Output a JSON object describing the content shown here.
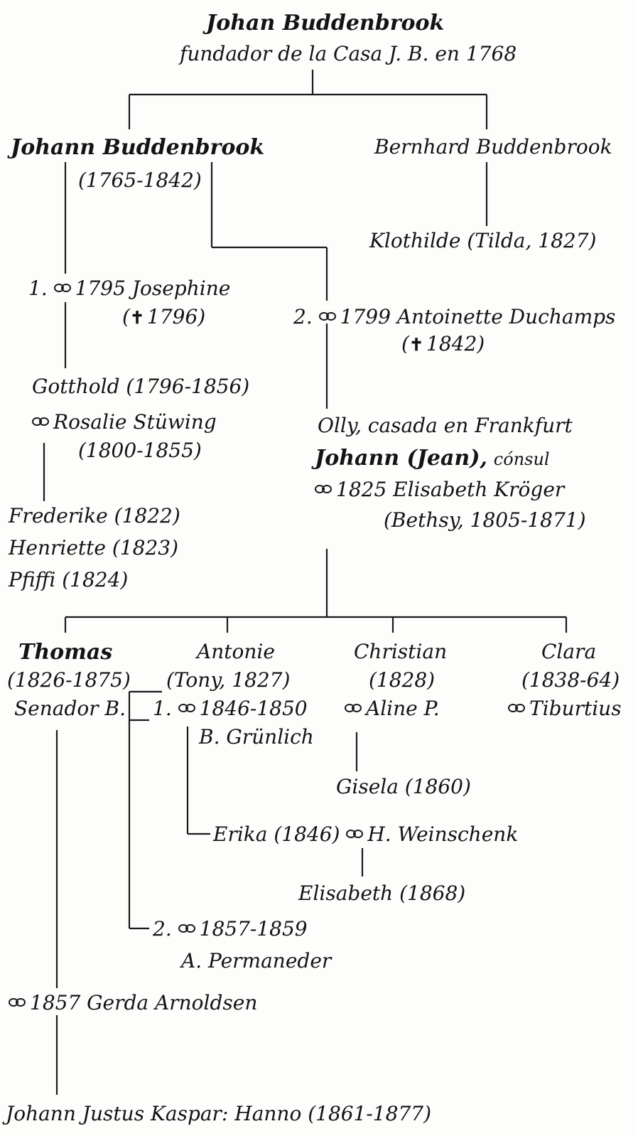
{
  "root": {
    "name": "Johan Buddenbrook",
    "subtitle": "fundador de la Casa J. B. en 1768"
  },
  "johann": {
    "name": "Johann Buddenbrook",
    "dates": "(1765-1842)"
  },
  "bernhard": {
    "name": "Bernhard Buddenbrook",
    "child": "Klothilde (Tilda, 1827)"
  },
  "marriage1": {
    "prefix": "1.",
    "text": "1795 Josephine",
    "death": "1796)"
  },
  "marriage2": {
    "prefix": "2.",
    "text": "1799 Antoinette Duchamps",
    "death": "1842)"
  },
  "gotthold": {
    "name": "Gotthold (1796-1856)",
    "spouse": "Rosalie Stüwing",
    "spouse_dates": "(1800-1855)",
    "children": [
      "Frederike (1822)",
      "Henriette (1823)",
      "Pfiffi (1824)"
    ]
  },
  "jean": {
    "olly": "Olly, casada en Frankfurt",
    "name": "Johann (Jean),",
    "title": "cónsul",
    "spouse": "1825 Elisabeth Kröger",
    "spouse_dates": "(Bethsy, 1805-1871)"
  },
  "thomas": {
    "name": "Thomas",
    "dates": "(1826-1875)",
    "title": "Senador B.",
    "spouse": "1857 Gerda Arnoldsen",
    "child": "Johann Justus Kaspar: Hanno (1861-1877)"
  },
  "antonie": {
    "name": "Antonie",
    "dates": "(Tony, 1827)",
    "m1_prefix": "1.",
    "m1_years": "1846-1850",
    "m1_name": "B. Grünlich",
    "daughter": "Erika (1846)",
    "daughter_spouse": "H. Weinschenk",
    "granddaughter": "Elisabeth (1868)",
    "m2_prefix": "2.",
    "m2_years": "1857-1859",
    "m2_name": "A. Permaneder"
  },
  "christian": {
    "name": "Christian",
    "dates": "(1828)",
    "spouse": "Aline P.",
    "child": "Gisela (1860)"
  },
  "clara": {
    "name": "Clara",
    "dates": "(1838-64)",
    "spouse": "Tiburtius"
  }
}
